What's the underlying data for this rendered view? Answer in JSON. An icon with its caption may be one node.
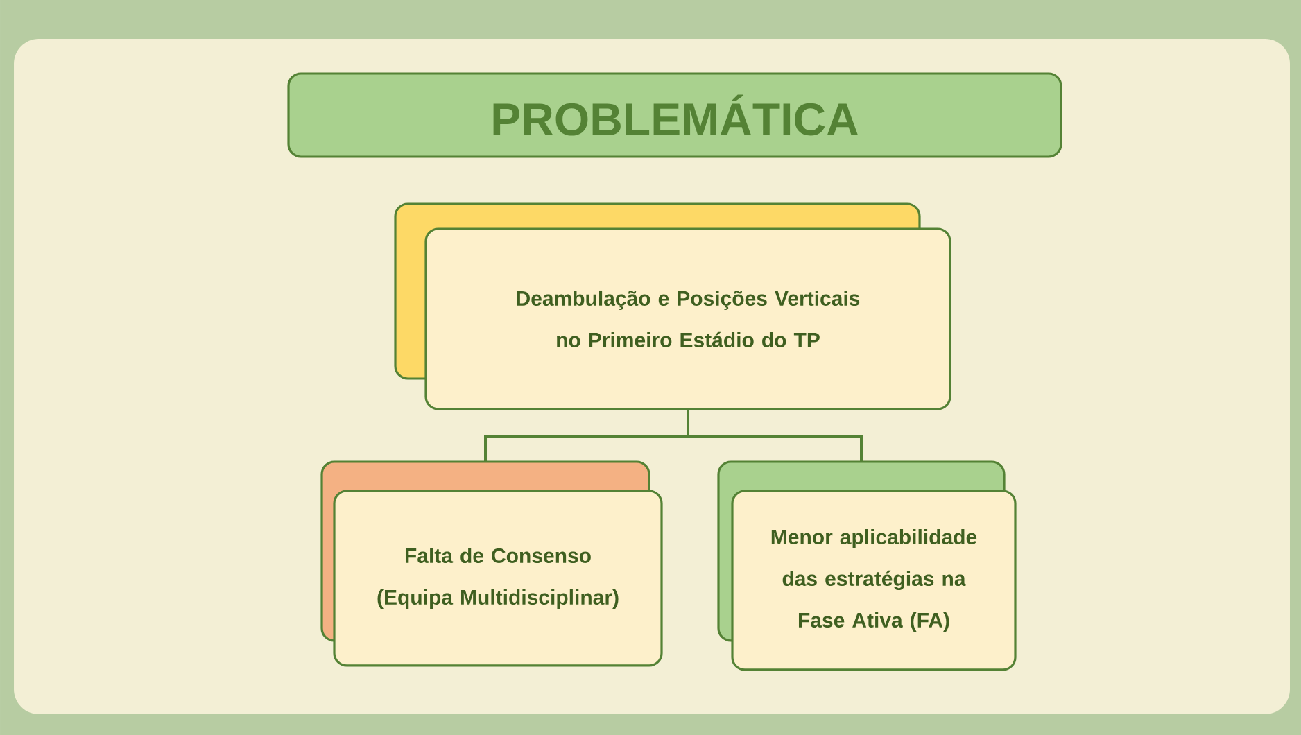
{
  "diagram": {
    "title": "PROBLEMÁTICA",
    "nodes": [
      {
        "text": [
          "Deambulação e Posições Verticais no Primeiro Estádio do TP"
        ]
      },
      {
        "text": [
          "Falta de Consenso (Equipa Multidisciplinar)"
        ]
      },
      {
        "text": [
          "Menor aplicabilidade das estratégias na Fase Ativa (FA)"
        ]
      }
    ],
    "edges": [
      {
        "from": 0,
        "to": 1,
        "arrow": "none"
      },
      {
        "from": 0,
        "to": 2,
        "arrow": "none"
      }
    ]
  }
}
